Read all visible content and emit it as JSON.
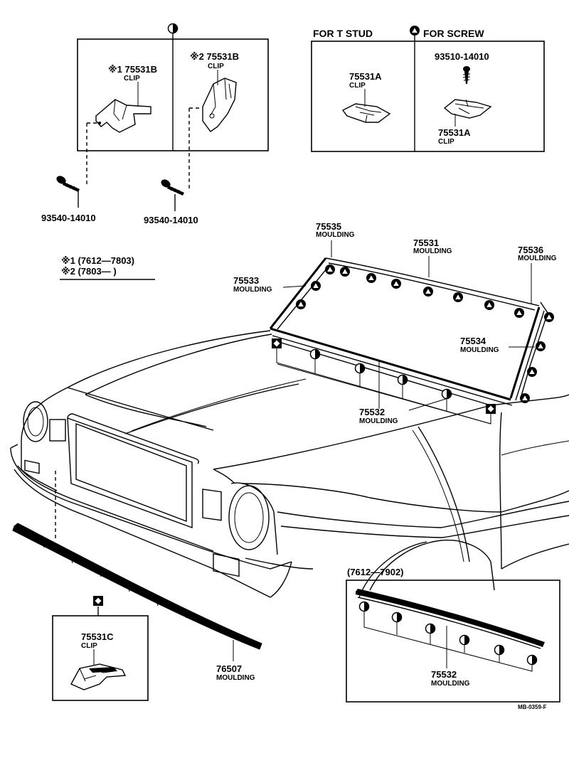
{
  "symbols": {
    "t_stud": "half-circle",
    "screw": "triangle",
    "clip_c": "diamond"
  },
  "clip_b_box": {
    "clip1": {
      "part": "※1 75531B",
      "name": "CLIP"
    },
    "clip2": {
      "part": "※2 75531B",
      "name": "CLIP"
    },
    "screw1": "93540-14010",
    "screw2": "93540-14010"
  },
  "footnotes": {
    "note1": "※1 (7612—7803)",
    "note2": "※2 (7803—        )"
  },
  "clip_a_box": {
    "t_stud_header": "FOR T STUD",
    "screw_header": "FOR SCREW",
    "t_stud_clip": {
      "part": "75531A",
      "name": "CLIP"
    },
    "screw_part": "93510-14010",
    "screw_clip": {
      "part": "75531A",
      "name": "CLIP"
    }
  },
  "mouldings": {
    "m75535": {
      "part": "75535",
      "name": "MOULDING"
    },
    "m75531": {
      "part": "75531",
      "name": "MOULDING"
    },
    "m75536": {
      "part": "75536",
      "name": "MOULDING"
    },
    "m75533": {
      "part": "75533",
      "name": "MOULDING"
    },
    "m75534": {
      "part": "75534",
      "name": "MOULDING"
    },
    "m75532": {
      "part": "75532",
      "name": "MOULDING"
    },
    "m76507": {
      "part": "76507",
      "name": "MOULDING"
    }
  },
  "clip_c_box": {
    "part": "75531C",
    "name": "CLIP"
  },
  "inset": {
    "range": "(7612—7902)",
    "part": "75532",
    "name": "MOULDING"
  },
  "catalog_code": "MB-0359-F"
}
